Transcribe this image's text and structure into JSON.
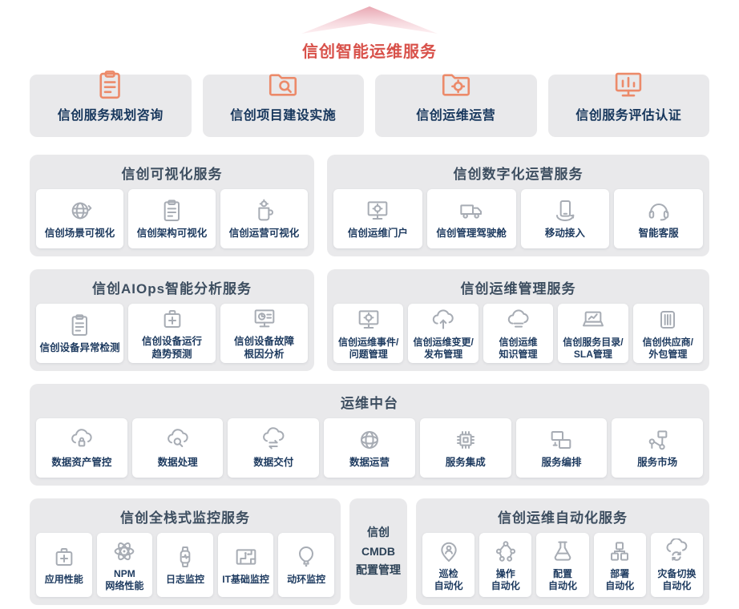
{
  "header": {
    "title": "信创智能运维服务"
  },
  "top_services": {
    "items": [
      {
        "label": "信创服务规划咨询",
        "icon": "plan-doc-icon"
      },
      {
        "label": "信创项目建设实施",
        "icon": "folder-search-icon"
      },
      {
        "label": "信创运维运营",
        "icon": "folder-gear-icon"
      },
      {
        "label": "信创服务评估认证",
        "icon": "chart-screen-icon"
      }
    ]
  },
  "visualization": {
    "title": "信创可视化服务",
    "items": [
      {
        "label": "信创场景可视化",
        "icon": "globe-arrows-icon"
      },
      {
        "label": "信创架构可视化",
        "icon": "blueprint-doc-icon"
      },
      {
        "label": "信创运营可视化",
        "icon": "gear-cup-icon"
      }
    ]
  },
  "digital_ops": {
    "title": "信创数字化运营服务",
    "items": [
      {
        "label": "信创运维门户",
        "icon": "monitor-gear-icon"
      },
      {
        "label": "信创管理驾驶舱",
        "icon": "truck-icon"
      },
      {
        "label": "移动接入",
        "icon": "mobile-access-icon"
      },
      {
        "label": "智能客服",
        "icon": "headset-icon"
      }
    ]
  },
  "aiops": {
    "title": "信创AIOps智能分析服务",
    "items": [
      {
        "label": "信创设备异常检测",
        "icon": "clipboard-list-icon"
      },
      {
        "label": "信创设备运行\n趋势预测",
        "icon": "device-plus-icon"
      },
      {
        "label": "信创设备故障\n根因分析",
        "icon": "monitor-pie-icon"
      }
    ]
  },
  "ops_mgmt": {
    "title": "信创运维管理服务",
    "items": [
      {
        "label": "信创运维事件/\n问题管理",
        "icon": "monitor-gear-icon"
      },
      {
        "label": "信创运维变更/\n发布管理",
        "icon": "cloud-upload-icon"
      },
      {
        "label": "信创运维\n知识管理",
        "icon": "cloud-knowledge-icon"
      },
      {
        "label": "信创服务目录/\nSLA管理",
        "icon": "laptop-chart-icon"
      },
      {
        "label": "信创供应商/\n外包管理",
        "icon": "container-icon"
      }
    ]
  },
  "middle_platform": {
    "title": "运维中台",
    "items": [
      {
        "label": "数据资产管控",
        "icon": "cloud-lock-icon"
      },
      {
        "label": "数据处理",
        "icon": "cloud-search-icon"
      },
      {
        "label": "数据交付",
        "icon": "cloud-transfer-icon"
      },
      {
        "label": "数据运营",
        "icon": "globe-network-icon"
      },
      {
        "label": "服务集成",
        "icon": "chip-icon"
      },
      {
        "label": "服务编排",
        "icon": "screens-icon"
      },
      {
        "label": "服务市场",
        "icon": "network-market-icon"
      }
    ]
  },
  "monitoring": {
    "title": "信创全栈式监控服务",
    "items": [
      {
        "label": "应用性能",
        "icon": "app-performance-icon"
      },
      {
        "label": "NPM\n网络性能",
        "icon": "atom-icon"
      },
      {
        "label": "日志监控",
        "icon": "watch-pulse-icon"
      },
      {
        "label": "IT基础监控",
        "icon": "circuit-board-icon"
      },
      {
        "label": "动环监控",
        "icon": "balloon-icon"
      }
    ]
  },
  "cmdb": {
    "label": "信创\nCMDB\n配置管理"
  },
  "automation": {
    "title": "信创运维自动化服务",
    "items": [
      {
        "label": "巡检\n自动化",
        "icon": "pin-person-icon"
      },
      {
        "label": "操作\n自动化",
        "icon": "nodes-icon"
      },
      {
        "label": "配置\n自动化",
        "icon": "flask-icon"
      },
      {
        "label": "部署\n自动化",
        "icon": "blocks-icon"
      },
      {
        "label": "灾备切换\n自动化",
        "icon": "cloud-sync-icon"
      }
    ]
  },
  "colors": {
    "accent_red": "#d8514a",
    "icon_orange": "#ec8a6a",
    "icon_gray": "#a7acb4",
    "panel_bg": "#e9e9eb",
    "label_navy": "#1d3a5f",
    "section_title": "#3d4e60"
  }
}
